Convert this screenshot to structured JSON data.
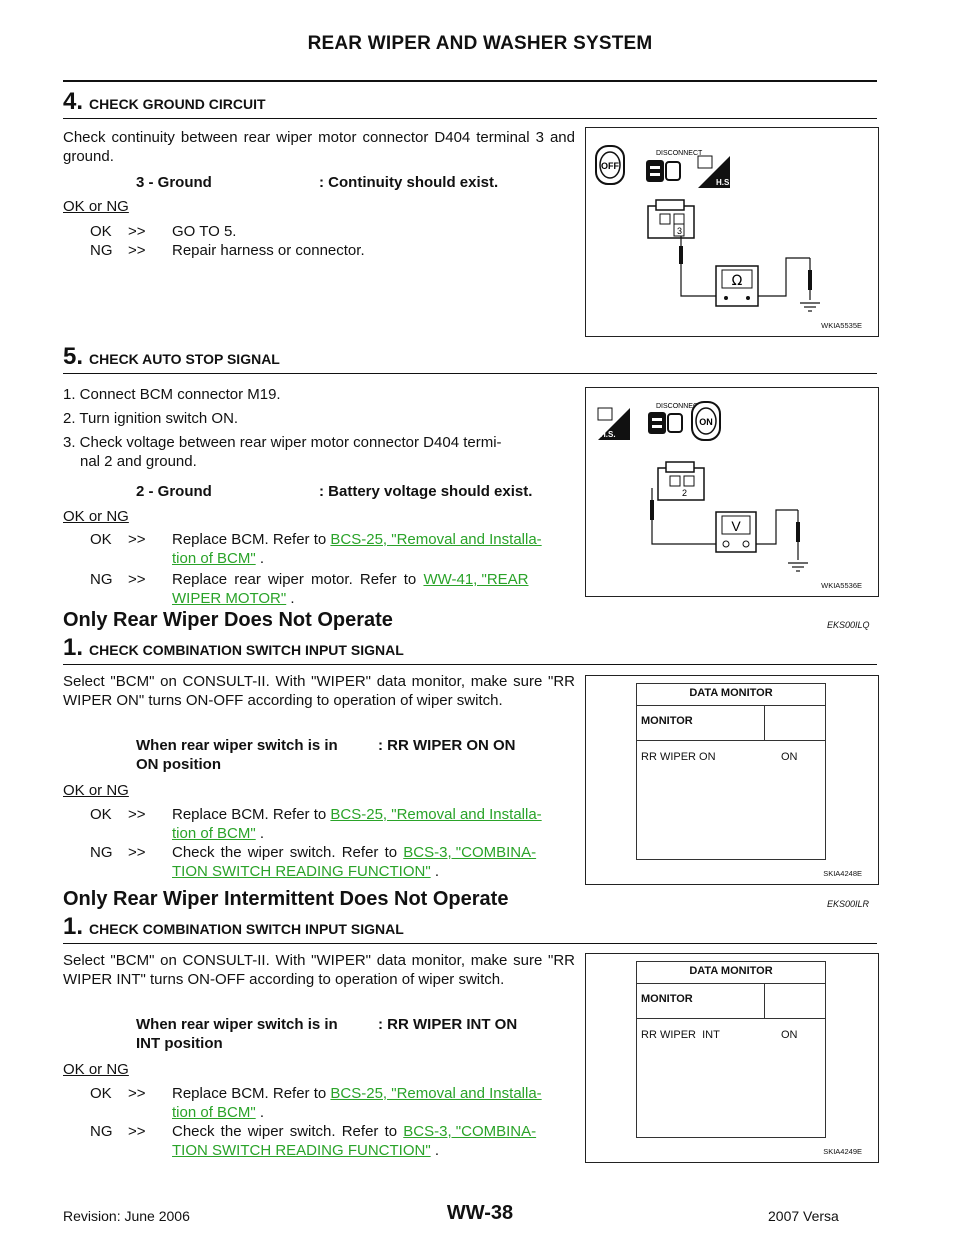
{
  "header": {
    "title": "REAR WIPER AND WASHER SYSTEM"
  },
  "step4": {
    "num": "4.",
    "title": "CHECK GROUND CIRCUIT",
    "text": "Check continuity between rear wiper motor connector D404 terminal 3 and ground.",
    "spec_left": "3 - Ground",
    "spec_right": ": Continuity should exist.",
    "okng": "OK or NG",
    "ok_code": "OK",
    "ok_arrow": ">>",
    "ok_text": "GO TO 5.",
    "ng_code": "NG",
    "ng_arrow": ">>",
    "ng_text": "Repair harness or connector.",
    "fig": {
      "disconnect": "DISCONNECT",
      "off": "OFF",
      "hs": "H.S.",
      "terminal": "3",
      "meter": "Ω",
      "caption": "WKIA5535E"
    }
  },
  "step5": {
    "num": "5.",
    "title": "CHECK AUTO STOP SIGNAL",
    "items": [
      "1. Connect BCM connector M19.",
      "2. Turn ignition switch ON."
    ],
    "item3a": "3. Check voltage between rear wiper motor connector D404 termi-",
    "item3b": "nal 2 and ground.",
    "spec_left": "2 - Ground",
    "spec_right": ": Battery voltage should exist.",
    "okng": "OK or NG",
    "ok_code": "OK",
    "ok_arrow": ">>",
    "ok_text": "Replace BCM. Refer to ",
    "ok_link1": "BCS-25, \"Removal and Installa-",
    "ok_link2": "tion of BCM\"",
    "ok_tail": " .",
    "ng_code": "NG",
    "ng_arrow": ">>",
    "ng_text": "Replace rear wiper motor. Refer to ",
    "ng_link1": "WW-41, \"REAR",
    "ng_link2": "WIPER MOTOR\"",
    "ng_tail": " .",
    "fig": {
      "disconnect": "DISCONNECT",
      "on": "ON",
      "hs": "H.S.",
      "terminal": "2",
      "meter": "V",
      "caption": "WKIA5536E"
    }
  },
  "section1": {
    "title": "Only Rear Wiper Does Not Operate",
    "code": "EKS00ILQ",
    "num": "1.",
    "step_title": "CHECK COMBINATION SWITCH INPUT SIGNAL",
    "text": "Select \"BCM\" on CONSULT-II. With \"WIPER\" data monitor, make sure \"RR WIPER ON\" turns ON-OFF according to operation of wiper switch.",
    "spec_left1": "When rear wiper switch is in",
    "spec_left2": "ON position",
    "spec_right": ": RR WIPER ON ON",
    "okng": "OK or NG",
    "ok_code": "OK",
    "ok_arrow": ">>",
    "ok_text": "Replace BCM. Refer to ",
    "ok_link1": "BCS-25, \"Removal and Installa-",
    "ok_link2": "tion of BCM\"",
    "ok_tail": " .",
    "ng_code": "NG",
    "ng_arrow": ">>",
    "ng_text": "Check the wiper switch. Refer to ",
    "ng_link1": "BCS-3, \"COMBINA-",
    "ng_link2": "TION SWITCH READING FUNCTION\"",
    "ng_tail": " .",
    "fig": {
      "header": "DATA MONITOR",
      "monitor": "MONITOR",
      "item": "RR WIPER ON",
      "value": "ON",
      "caption": "SKIA4248E"
    }
  },
  "section2": {
    "title": "Only Rear Wiper Intermittent Does Not Operate",
    "code": "EKS00ILR",
    "num": "1.",
    "step_title": "CHECK COMBINATION SWITCH INPUT SIGNAL",
    "text": "Select \"BCM\" on CONSULT-II. With \"WIPER\" data monitor, make sure \"RR WIPER INT\" turns ON-OFF according to operation of wiper switch.",
    "spec_left1": "When rear wiper switch is in",
    "spec_left2": "INT position",
    "spec_right": ": RR WIPER INT ON",
    "okng": "OK or NG",
    "ok_code": "OK",
    "ok_arrow": ">>",
    "ok_text": "Replace BCM. Refer to ",
    "ok_link1": "BCS-25, \"Removal and Installa-",
    "ok_link2": "tion of BCM\"",
    "ok_tail": " .",
    "ng_code": "NG",
    "ng_arrow": ">>",
    "ng_text": "Check the wiper switch. Refer to ",
    "ng_link1": "BCS-3, \"COMBINA-",
    "ng_link2": "TION SWITCH READING FUNCTION\"",
    "ng_tail": " .",
    "fig": {
      "header": "DATA MONITOR",
      "monitor": "MONITOR",
      "item": "RR WIPER  INT",
      "value": "ON",
      "caption": "SKIA4249E"
    }
  },
  "footer": {
    "revision": "Revision: June 2006",
    "page": "WW-38",
    "model": "2007 Versa"
  }
}
